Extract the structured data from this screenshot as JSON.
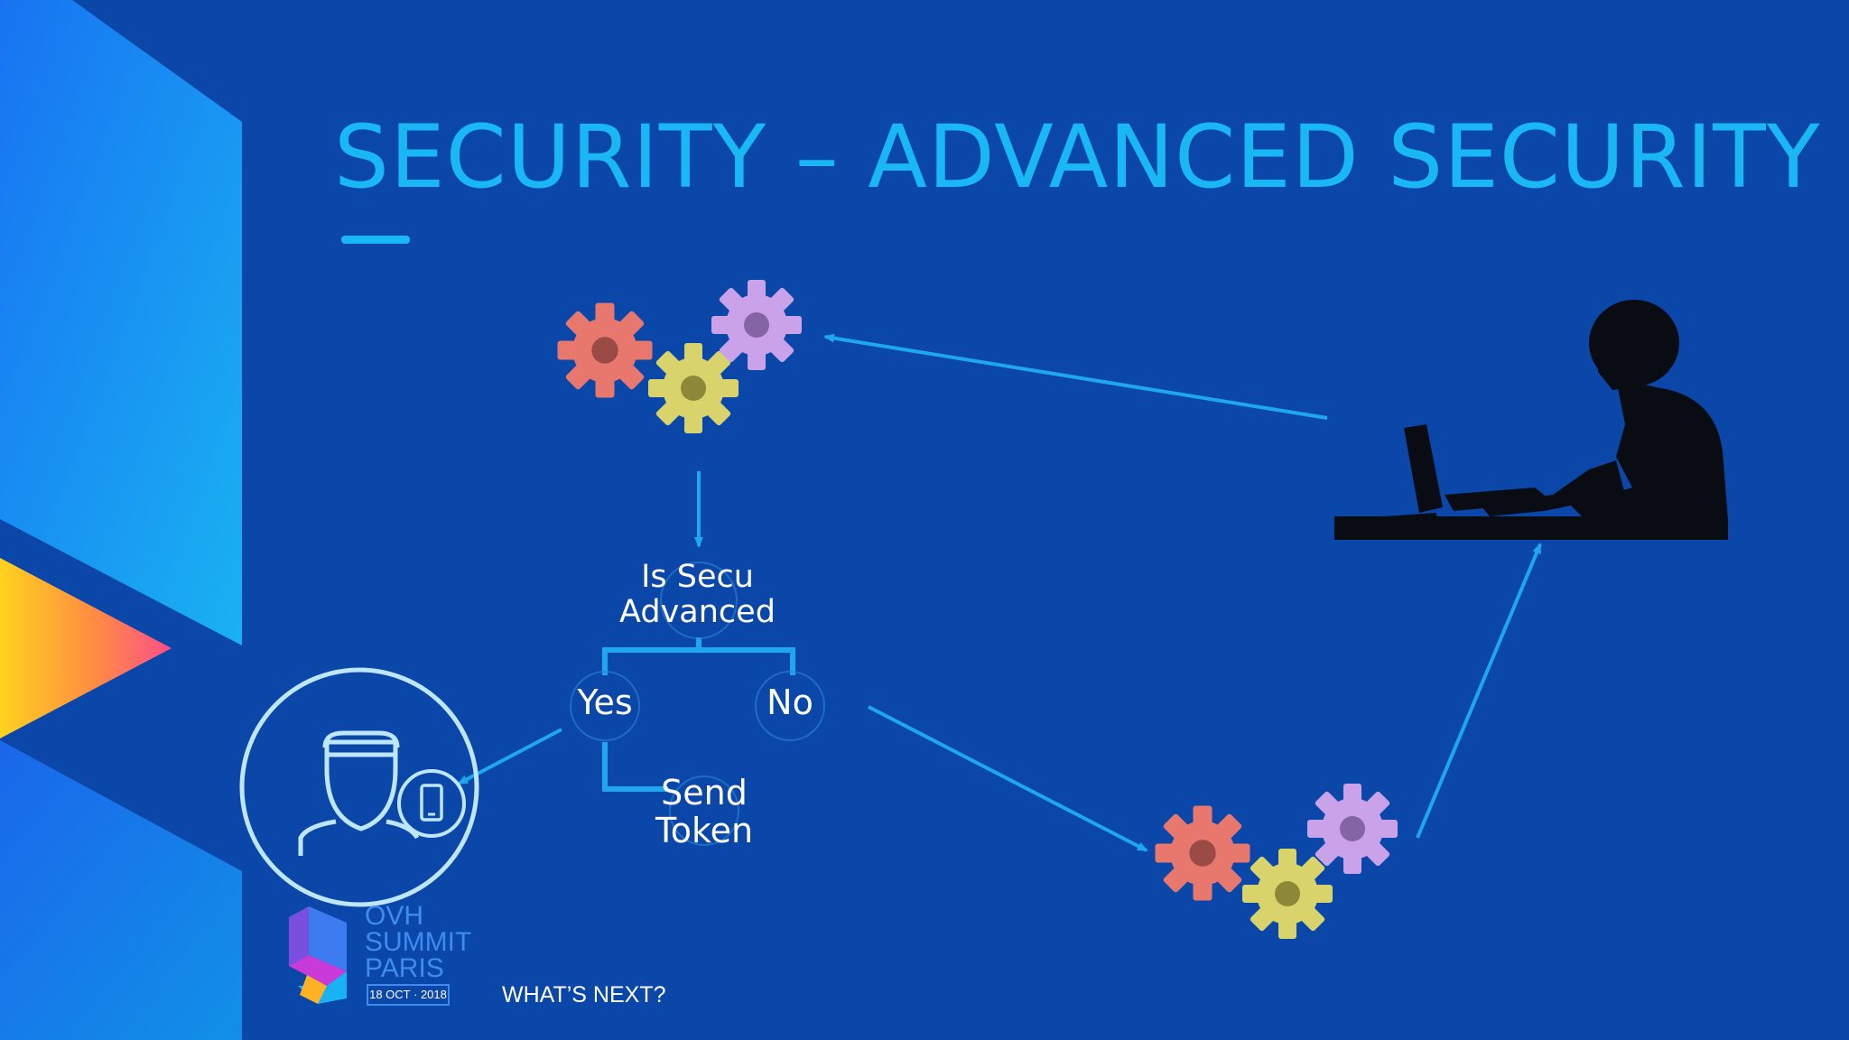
{
  "slide": {
    "title": "SECURITY – ADVANCED SECURITY",
    "footer": "WHAT’S NEXT?"
  },
  "flow": {
    "question": "Is Secu Advanced",
    "yes": "Yes",
    "no": "No",
    "send_token": "Send Token"
  },
  "brand": {
    "line1": "OVH",
    "line2": "SUMMIT",
    "line3": "PARIS",
    "date": "18 OCT · 2018"
  },
  "colors": {
    "background": "#0A47A8",
    "accent": "#19B7F3",
    "arrow": "#1FA6F0",
    "gear_red": "#E8786D",
    "gear_yellow": "#D8D36A",
    "gear_purple": "#C9A2EA"
  },
  "icons": {
    "top_gears": "gears-icon",
    "bottom_gears": "gears-icon",
    "user": "user-with-phone-icon",
    "person": "person-at-laptop-icon"
  }
}
